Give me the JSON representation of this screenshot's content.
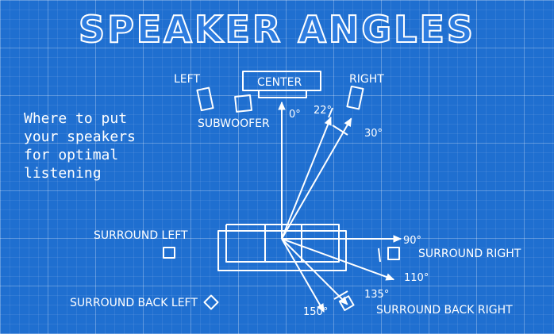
{
  "title": "SPEAKER ANGLES",
  "tagline": [
    "Where to put",
    "your speakers",
    "for optimal",
    "listening"
  ],
  "speakers": {
    "left": "LEFT",
    "center": "CENTER",
    "right": "RIGHT",
    "subwoofer": "SUBWOOFER",
    "surround_left": "SURROUND LEFT",
    "surround_right": "SURROUND RIGHT",
    "surround_back_left": "SURROUND BACK LEFT",
    "surround_back_right": "SURROUND BACK RIGHT"
  },
  "angles": [
    {
      "label": "0°",
      "deg": 0
    },
    {
      "label": "22°",
      "deg": 22
    },
    {
      "label": "30°",
      "deg": 30
    },
    {
      "label": "90°",
      "deg": 90
    },
    {
      "label": "110°",
      "deg": 110
    },
    {
      "label": "135°",
      "deg": 135
    },
    {
      "label": "150°",
      "deg": 150
    }
  ],
  "colors": {
    "background": "#1f6fd0",
    "lines": "#ffffff"
  }
}
